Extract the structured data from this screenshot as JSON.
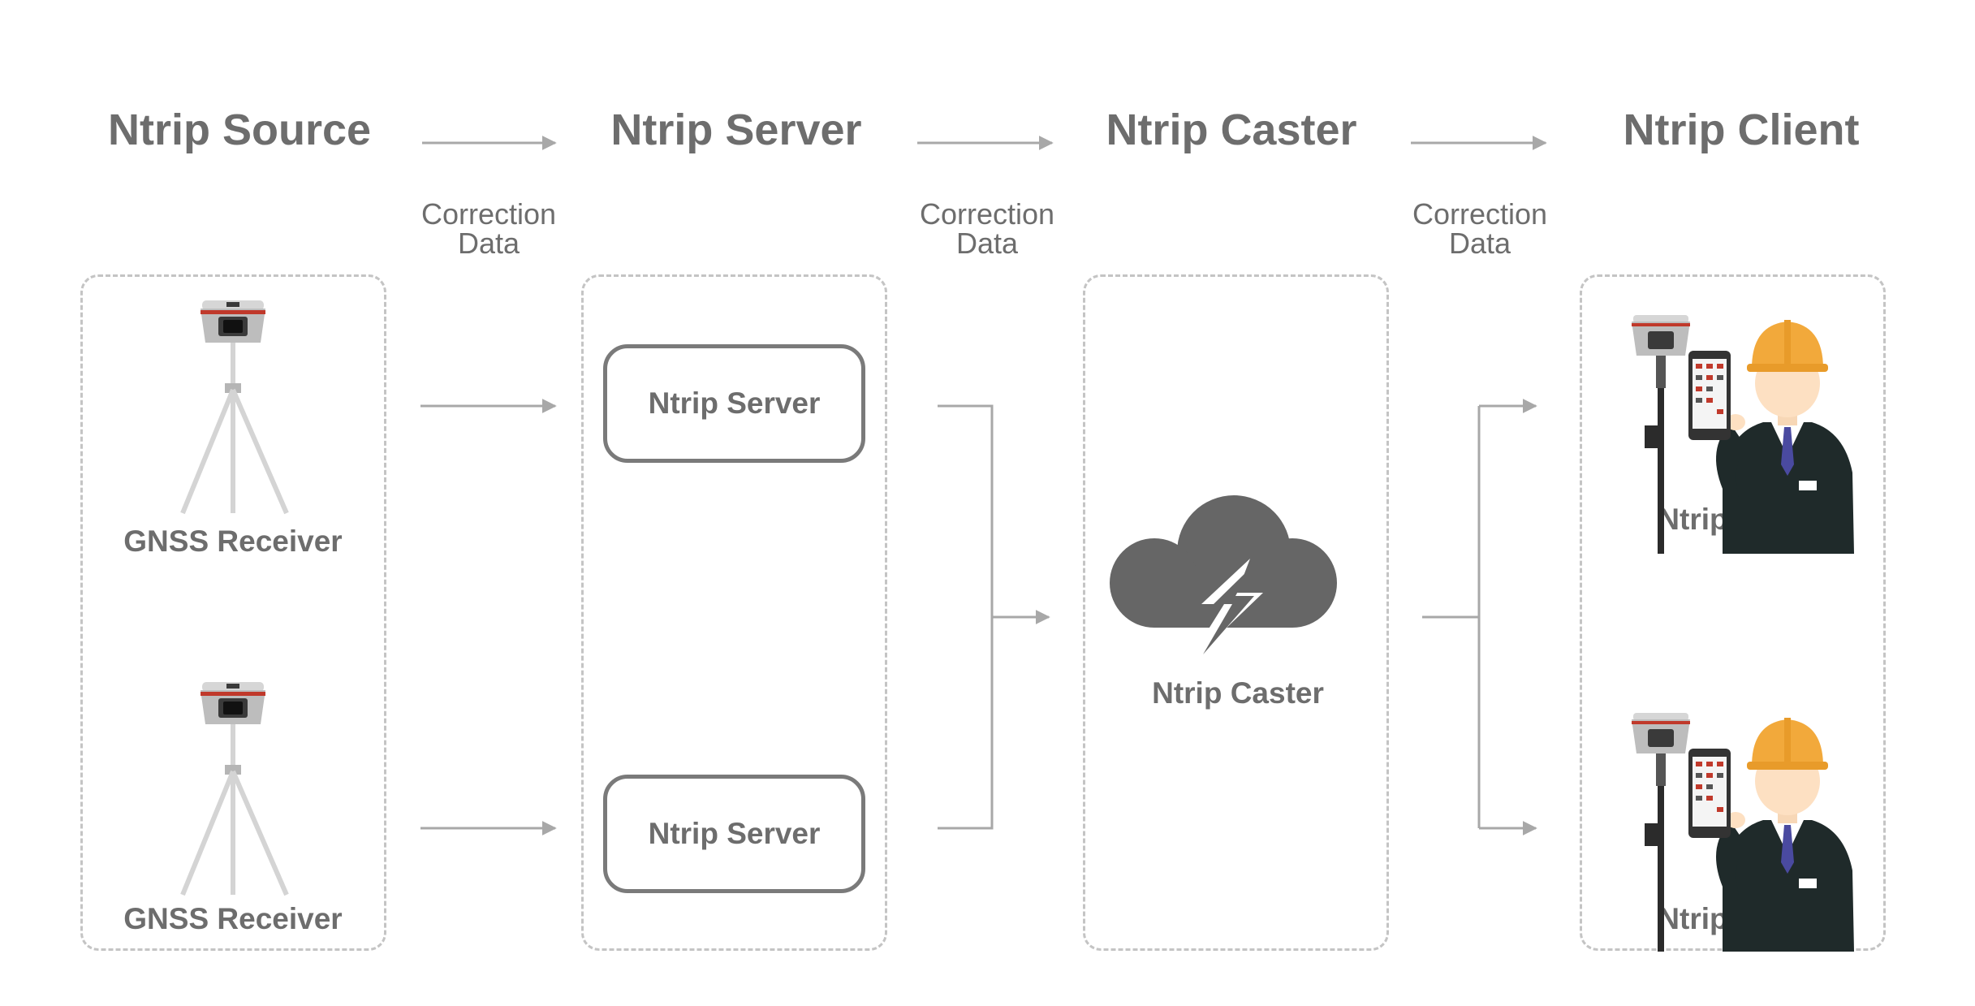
{
  "headers": {
    "source": "Ntrip Source",
    "server": "Ntrip Server",
    "caster": "Ntrip Caster",
    "client": "Ntrip Client"
  },
  "flow_labels": [
    {
      "line1": "Correction",
      "line2": "Data"
    },
    {
      "line1": "Correction",
      "line2": "Data"
    },
    {
      "line1": "Correction",
      "line2": "Data"
    }
  ],
  "source": {
    "receivers": [
      "GNSS Receiver",
      "GNSS Receiver"
    ]
  },
  "server": {
    "boxes": [
      "Ntrip Server",
      "Ntrip Server"
    ]
  },
  "caster": {
    "label": "Ntrip Caster"
  },
  "client": {
    "clients": [
      "Ntrip Client",
      "Ntrip Client"
    ]
  },
  "colors": {
    "text": "#6d6d6d",
    "arrow": "#a8a8a8",
    "dashed_border": "#c4c4c4",
    "cloud": "#666666",
    "helmet": "#f2a93b",
    "suit": "#1f2a2a"
  },
  "icons": [
    "gnss-receiver-icon",
    "cloud-lightning-icon",
    "surveyor-icon"
  ]
}
